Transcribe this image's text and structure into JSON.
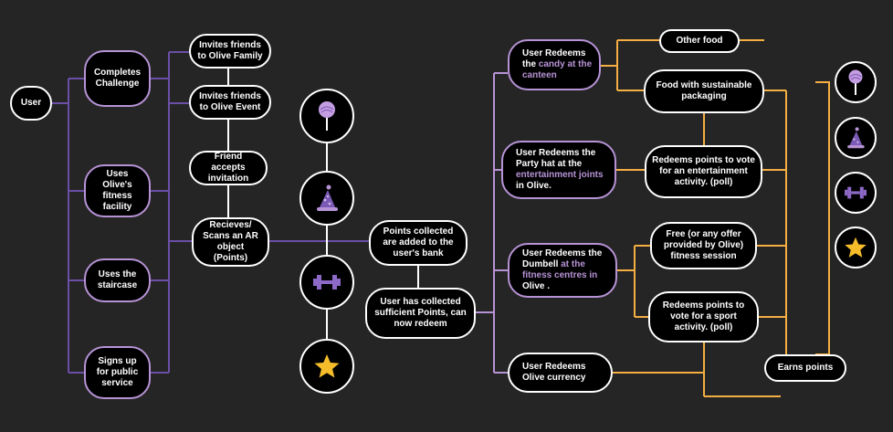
{
  "colors": {
    "background": "#252525",
    "node_fill": "#000000",
    "node_border": "#ffffff",
    "purple": "#6b4fa6",
    "lavender": "#b793d6",
    "orange": "#f4ae42",
    "star": "#f6bd2b"
  },
  "nodes": {
    "user": "User",
    "completes_challenge": "Completes Challenge",
    "invites_family": "Invites friends to Olive Family",
    "invites_event": "Invites friends to Olive Event",
    "friend_accepts": "Friend accepts invitation",
    "fitness_facility": "Uses Olive's fitness facility",
    "staircase": "Uses the staircase",
    "public_service": "Signs up for public service",
    "scans_ar": "Recieves/ Scans an AR object (Points)",
    "points_collected": "Points collected are added to the user's bank",
    "sufficient_points": "User has collected sufficient Points, can now redeem",
    "redeem_candy": {
      "pre": "User Redeems the ",
      "hl": "candy at the canteen",
      "post": ""
    },
    "redeem_party": {
      "pre": "User Redeems the Party hat at the ",
      "hl": "entertainment joints",
      "post": " in Olive."
    },
    "redeem_dumbell": {
      "pre": "User Redeems the Dumbell ",
      "hl": "at the fitness centres in",
      "post": " Olive ."
    },
    "redeem_currency": "User Redeems Olive currency",
    "other_food": "Other food",
    "sustainable_food": "Food with sustainable packaging",
    "vote_entertainment": "Redeems points to vote for an entertainment activity. (poll)",
    "free_fitness": "Free (or any offer provided by Olive) fitness session",
    "vote_sport": "Redeems points to vote for a sport activity. (poll)",
    "earns_points": "Earns points"
  },
  "icons": {
    "center": [
      "lollipop-icon",
      "party-hat-icon",
      "dumbbell-icon",
      "star-icon"
    ],
    "right": [
      "lollipop-icon",
      "party-hat-icon",
      "dumbbell-icon",
      "star-icon"
    ]
  }
}
